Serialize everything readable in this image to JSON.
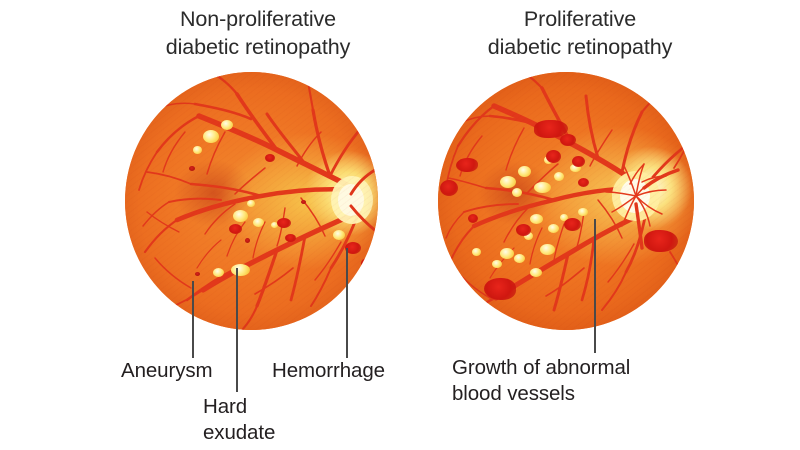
{
  "figure": {
    "name": "diabetic-retinopathy-comparison",
    "background_color": "#ffffff"
  },
  "panels": [
    {
      "id": "non-proliferative",
      "title": "Non-proliferative\ndiabetic retinopathy",
      "image_kind": "retinal-fundus-photograph"
    },
    {
      "id": "proliferative",
      "title": "Proliferative\ndiabetic retinopathy",
      "image_kind": "retinal-fundus-photograph"
    }
  ],
  "callouts": [
    {
      "id": "aneurysm",
      "label": "Aneurysm"
    },
    {
      "id": "hard-exudate",
      "label": "Hard\nexudate"
    },
    {
      "id": "hemorrhage",
      "label": "Hemorrhage"
    },
    {
      "id": "neovascular",
      "label": "Growth of abnormal\nblood vessels"
    }
  ],
  "colors": {
    "fundus_orange": "#ef7624",
    "vessel_red": "#e23a1c",
    "exudate_yellow": "#ffe97f",
    "hemorrhage_red": "#d01710",
    "optic_disc": "#fff4bd",
    "text": "#231f20",
    "pointer_line": "#4a4a4a"
  }
}
